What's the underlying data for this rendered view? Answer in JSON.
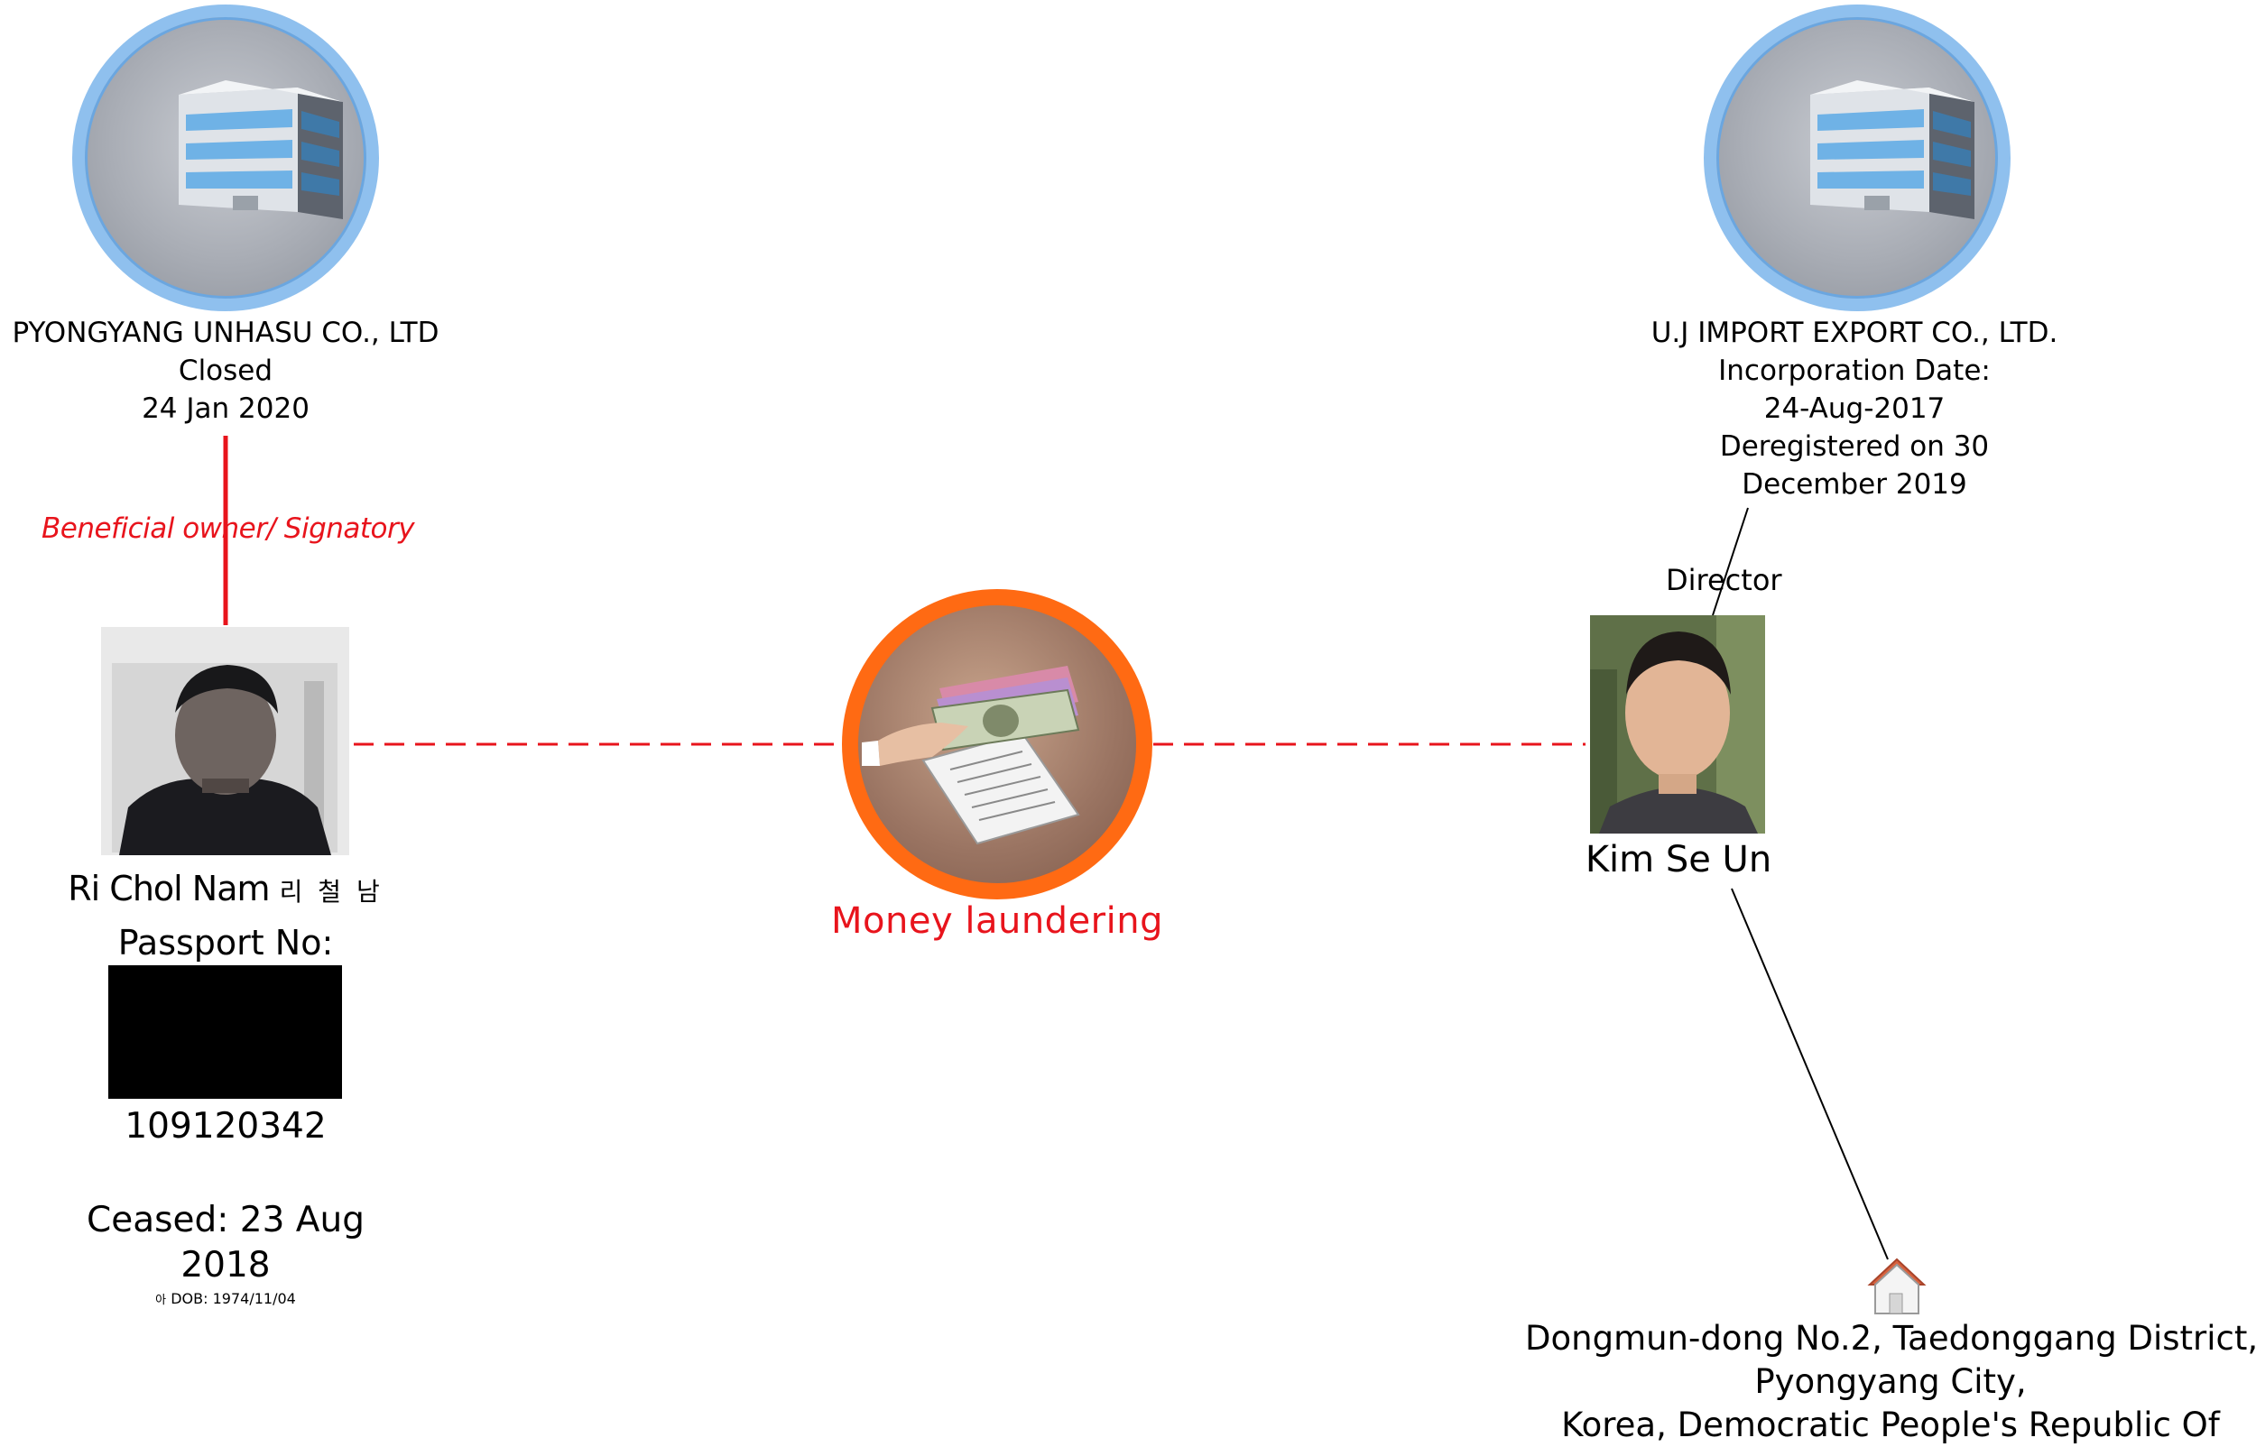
{
  "companies": [
    {
      "id": "pyongyang",
      "name": "PYONGYANG UNHASU CO., LTD",
      "status": "Closed",
      "date": "24 Jan 2020"
    },
    {
      "id": "uj",
      "name": "U.J IMPORT EXPORT CO., LTD.",
      "line1": "Incorporation Date:",
      "line2": "24-Aug-2017",
      "line3": "Deregistered on 30",
      "line4": "December 2019"
    }
  ],
  "persons": {
    "ri": {
      "name": "Ri Chol Nam",
      "korean_name": "리 철 남",
      "passport_label": "Passport No:",
      "passport_number": "109120342",
      "ceased_line1": "Ceased: 23 Aug",
      "ceased_line2": "2018",
      "dob_prefix": "아",
      "dob": "DOB: 1974/11/04"
    },
    "kim": {
      "name": "Kim Se Un"
    }
  },
  "activity": {
    "label": "Money laundering"
  },
  "address": {
    "line1": "Dongmun-dong No.2, Taedonggang District,",
    "line2": "Pyongyang City,",
    "line3": "Korea, Democratic People's Republic Of"
  },
  "edges": {
    "beneficial": "Beneficial owner/ Signatory",
    "director": "Director"
  },
  "colors": {
    "company_ring": "#8fc0ee",
    "crime_ring": "#ff6a13",
    "red_link": "#e8141c",
    "label_red": "#e8141c"
  },
  "icons": {
    "company": "building-icon",
    "activity": "money-icon",
    "address": "house-icon"
  }
}
